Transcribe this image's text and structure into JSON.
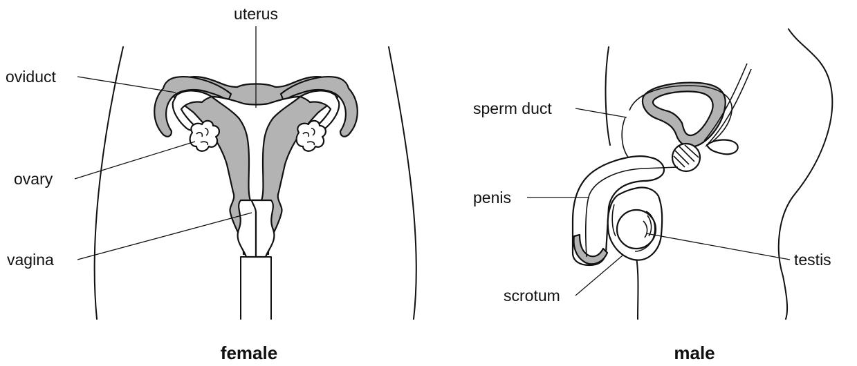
{
  "female": {
    "caption": "female",
    "labels": {
      "uterus": "uterus",
      "oviduct": "oviduct",
      "ovary": "ovary",
      "vagina": "vagina"
    }
  },
  "male": {
    "caption": "male",
    "labels": {
      "sperm_duct": "sperm duct",
      "penis": "penis",
      "testis": "testis",
      "scrotum": "scrotum"
    }
  }
}
